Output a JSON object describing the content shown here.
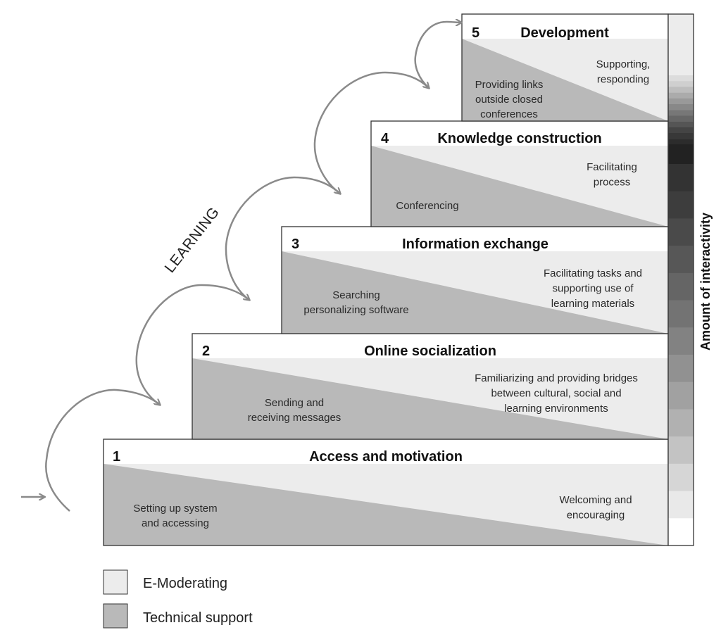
{
  "learning_label": "LEARNING",
  "axis_label": "Amount of interactivity",
  "colors": {
    "e_moderating": "#ececec",
    "technical_support": "#b9b9b9",
    "header": "#ffffff",
    "arrow": "#8a8a8a"
  },
  "stages": [
    {
      "number": "1",
      "title": "Access and motivation",
      "technical": [
        "Setting up system",
        "and accessing"
      ],
      "moderating": [
        "Welcoming and",
        "encouraging"
      ]
    },
    {
      "number": "2",
      "title": "Online socialization",
      "technical": [
        "Sending and",
        "receiving messages"
      ],
      "moderating": [
        "Familiarizing and providing bridges",
        "between cultural, social and",
        "learning environments"
      ]
    },
    {
      "number": "3",
      "title": "Information exchange",
      "technical": [
        "Searching",
        "personalizing software"
      ],
      "moderating": [
        "Facilitating tasks and",
        "supporting use of",
        "learning materials"
      ]
    },
    {
      "number": "4",
      "title": "Knowledge construction",
      "technical": [
        "Conferencing"
      ],
      "moderating": [
        "Facilitating",
        "process"
      ]
    },
    {
      "number": "5",
      "title": "Development",
      "technical": [
        "Providing links",
        "outside closed",
        "conferences"
      ],
      "moderating": [
        "Supporting,",
        "responding"
      ]
    }
  ],
  "legend": [
    {
      "label": "E-Moderating",
      "color": "#ececec"
    },
    {
      "label": "Technical support",
      "color": "#b9b9b9"
    }
  ]
}
